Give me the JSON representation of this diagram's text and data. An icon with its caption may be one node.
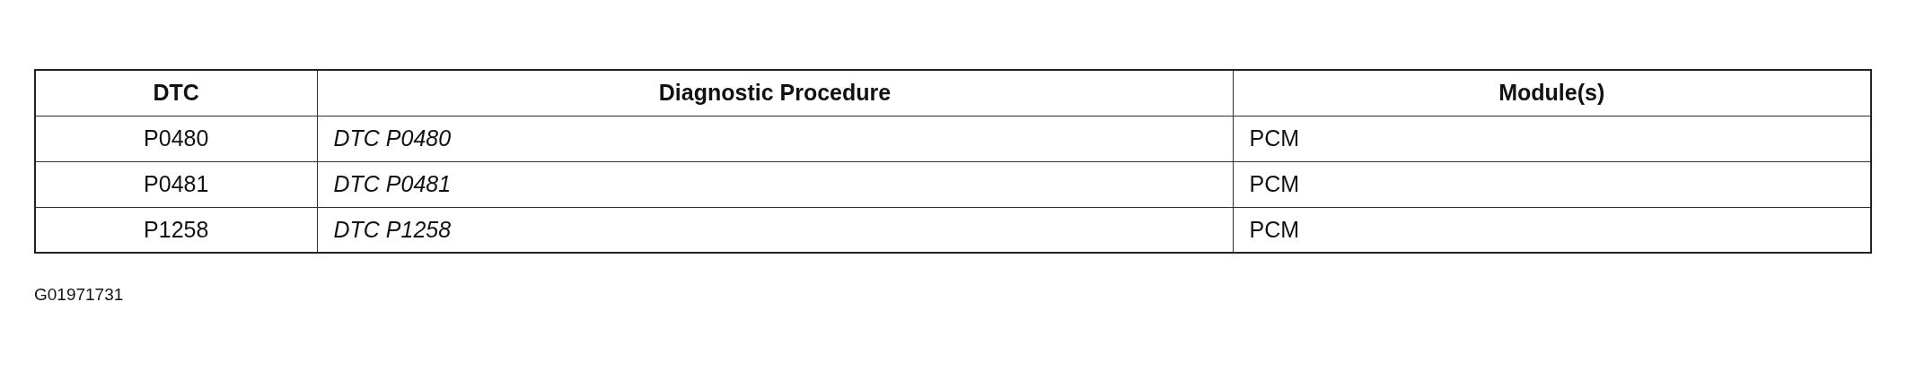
{
  "diagram": {
    "caption": "G01971731",
    "labels": [
      "DTC",
      "Diagnostic Procedure",
      "Module(s)",
      "P0480",
      "DTC P0480",
      "PCM",
      "P0481",
      "DTC P0481",
      "PCM",
      "P1258",
      "DTC P1258",
      "PCM"
    ]
  }
}
